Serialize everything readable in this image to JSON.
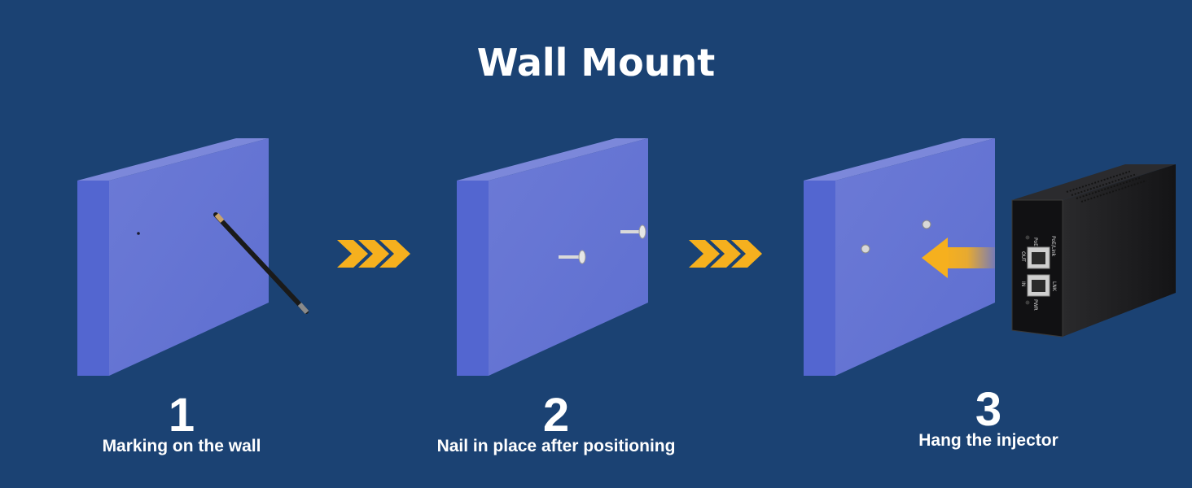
{
  "title": "Wall Mount",
  "steps": [
    {
      "number": "1",
      "label": "Marking on the wall"
    },
    {
      "number": "2",
      "label": "Nail in place after positioning"
    },
    {
      "number": "3",
      "label": "Hang the injector"
    }
  ],
  "injector_ports": {
    "poe": "PoE",
    "data_poe": "PoE/Link",
    "out": "OUT",
    "in": "IN",
    "lnk": "LNK",
    "pwr": "PWR"
  },
  "colors": {
    "background": "#1b4273",
    "wall_face": "#6575d2",
    "wall_side": "#5064cf",
    "wall_top": "#7a86d8",
    "arrow": "#f6b01e",
    "device": "#1d1d1f"
  }
}
